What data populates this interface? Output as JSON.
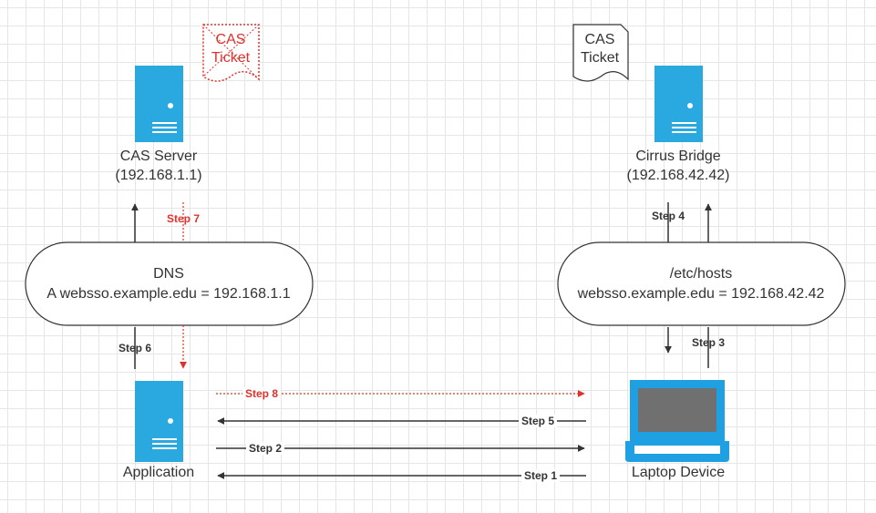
{
  "nodes": {
    "cas_server": {
      "name": "CAS Server",
      "ip": "(192.168.1.1)"
    },
    "cirrus_bridge": {
      "name": "Cirrus Bridge",
      "ip": "(192.168.42.42)"
    },
    "application": {
      "name": "Application"
    },
    "laptop": {
      "name": "Laptop Device"
    },
    "dns": {
      "title": "DNS",
      "record": "A websso.example.edu = 192.168.1.1"
    },
    "hosts": {
      "title": "/etc/hosts",
      "record": "websso.example.edu = 192.168.42.42"
    }
  },
  "tickets": {
    "red": {
      "line1": "CAS",
      "line2": "Ticket"
    },
    "black": {
      "line1": "CAS",
      "line2": "Ticket"
    }
  },
  "steps": {
    "s1": "Step 1",
    "s2": "Step 2",
    "s3": "Step 3",
    "s4": "Step 4",
    "s5": "Step 5",
    "s6": "Step 6",
    "s7": "Step 7",
    "s8": "Step 8"
  },
  "colors": {
    "server_blue": "#29a9e0",
    "laptop_blue": "#1ea0e3",
    "highlight_red": "#e0312b",
    "line_dark": "#333333"
  }
}
